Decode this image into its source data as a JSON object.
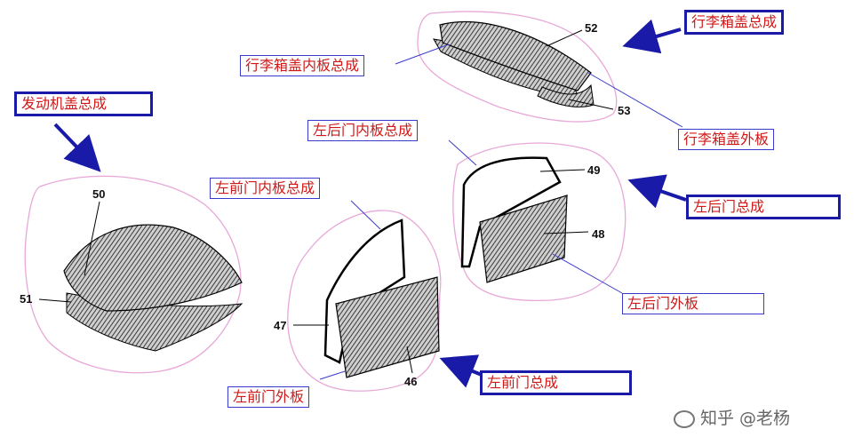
{
  "labels": {
    "trunk_lid_assembly": "行李箱盖总成",
    "trunk_lid_inner": "行李箱盖内板总成",
    "trunk_lid_outer": "行李箱盖外板",
    "hood_assembly": "发动机盖总成",
    "rear_left_door_inner": "左后门内板总成",
    "rear_left_door_assembly": "左后门总成",
    "rear_left_door_outer": "左后门外板",
    "front_left_door_inner": "左前门内板总成",
    "front_left_door_outer": "左前门外板",
    "front_left_door_assembly": "左前门总成"
  },
  "part_numbers": {
    "hood_outer": "50",
    "hood_inner": "51",
    "trunk_outer": "52",
    "trunk_inner": "53",
    "rear_door_inner": "49",
    "rear_door_outer": "48",
    "front_door_inner": "47",
    "front_door_outer": "46"
  },
  "watermark": "知乎 @老杨",
  "colors": {
    "label_text": "#d01818",
    "label_border": "#1a1aa8",
    "blob_outline": "#e8a8d8",
    "arrow": "#1a1aa8"
  }
}
